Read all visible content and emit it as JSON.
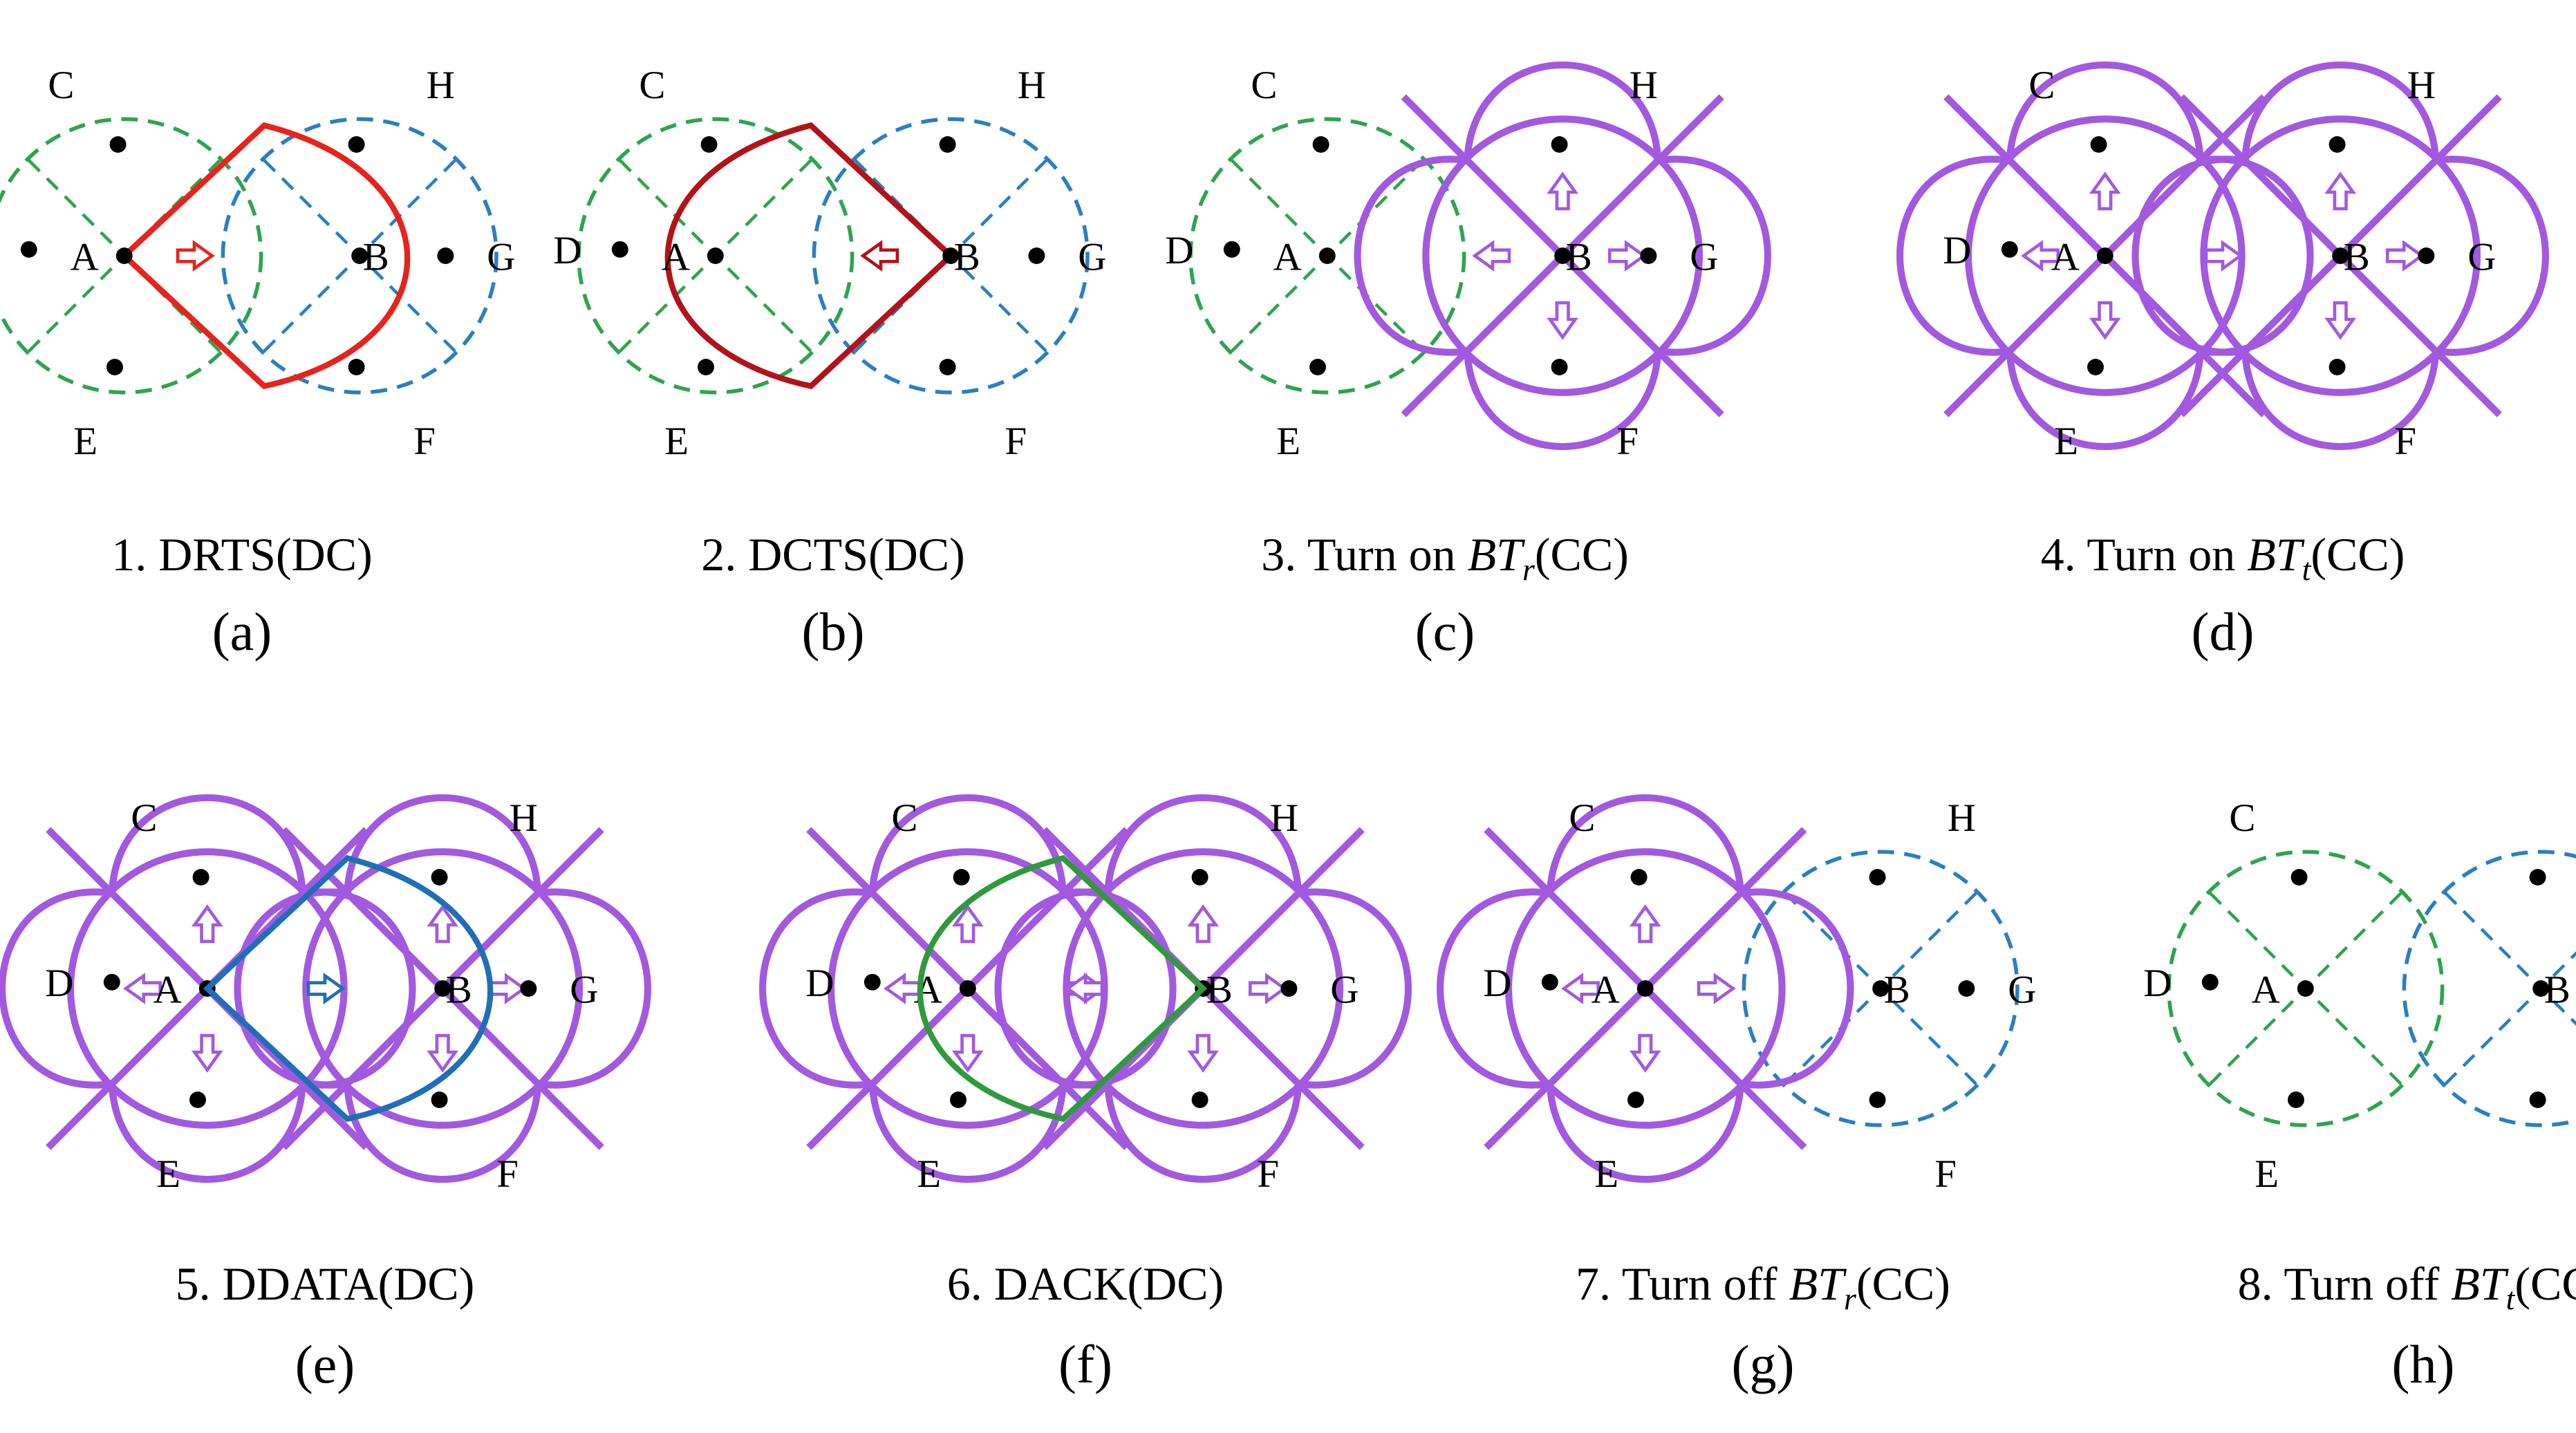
{
  "colors": {
    "green_dashed": "#2ea44f",
    "blue_dashed": "#2a7fc0",
    "red": "#e8221c",
    "dark_red": "#b3121a",
    "purple": "#a259e0",
    "blue_solid": "#1f6fb8",
    "green_solid": "#2f9a3c",
    "node": "#000000"
  },
  "nodes": [
    "C",
    "H",
    "D",
    "A",
    "B",
    "G",
    "E",
    "F"
  ],
  "panels": [
    {
      "letter": "(a)",
      "caption": "1. DRTS(DC)"
    },
    {
      "letter": "(b)",
      "caption": "2. DCTS(DC)"
    },
    {
      "letter": "(c)",
      "caption_pre": "3. Turn on ",
      "caption_sym": "BT",
      "caption_sub": "r",
      "caption_post": "(CC)"
    },
    {
      "letter": "(d)",
      "caption_pre": "4. Turn on ",
      "caption_sym": "BT",
      "caption_sub": "t",
      "caption_post": "(CC)"
    },
    {
      "letter": "(e)",
      "caption": "5. DDATA(DC)"
    },
    {
      "letter": "(f)",
      "caption": "6. DACK(DC)"
    },
    {
      "letter": "(g)",
      "caption_pre": "7. Turn off ",
      "caption_sym": "BT",
      "caption_sub": "r",
      "caption_post": "(CC)"
    },
    {
      "letter": "(h)",
      "caption_pre": "8. Turn off ",
      "caption_sym": "BT",
      "caption_sub": "t",
      "caption_post": "(CC)"
    }
  ]
}
